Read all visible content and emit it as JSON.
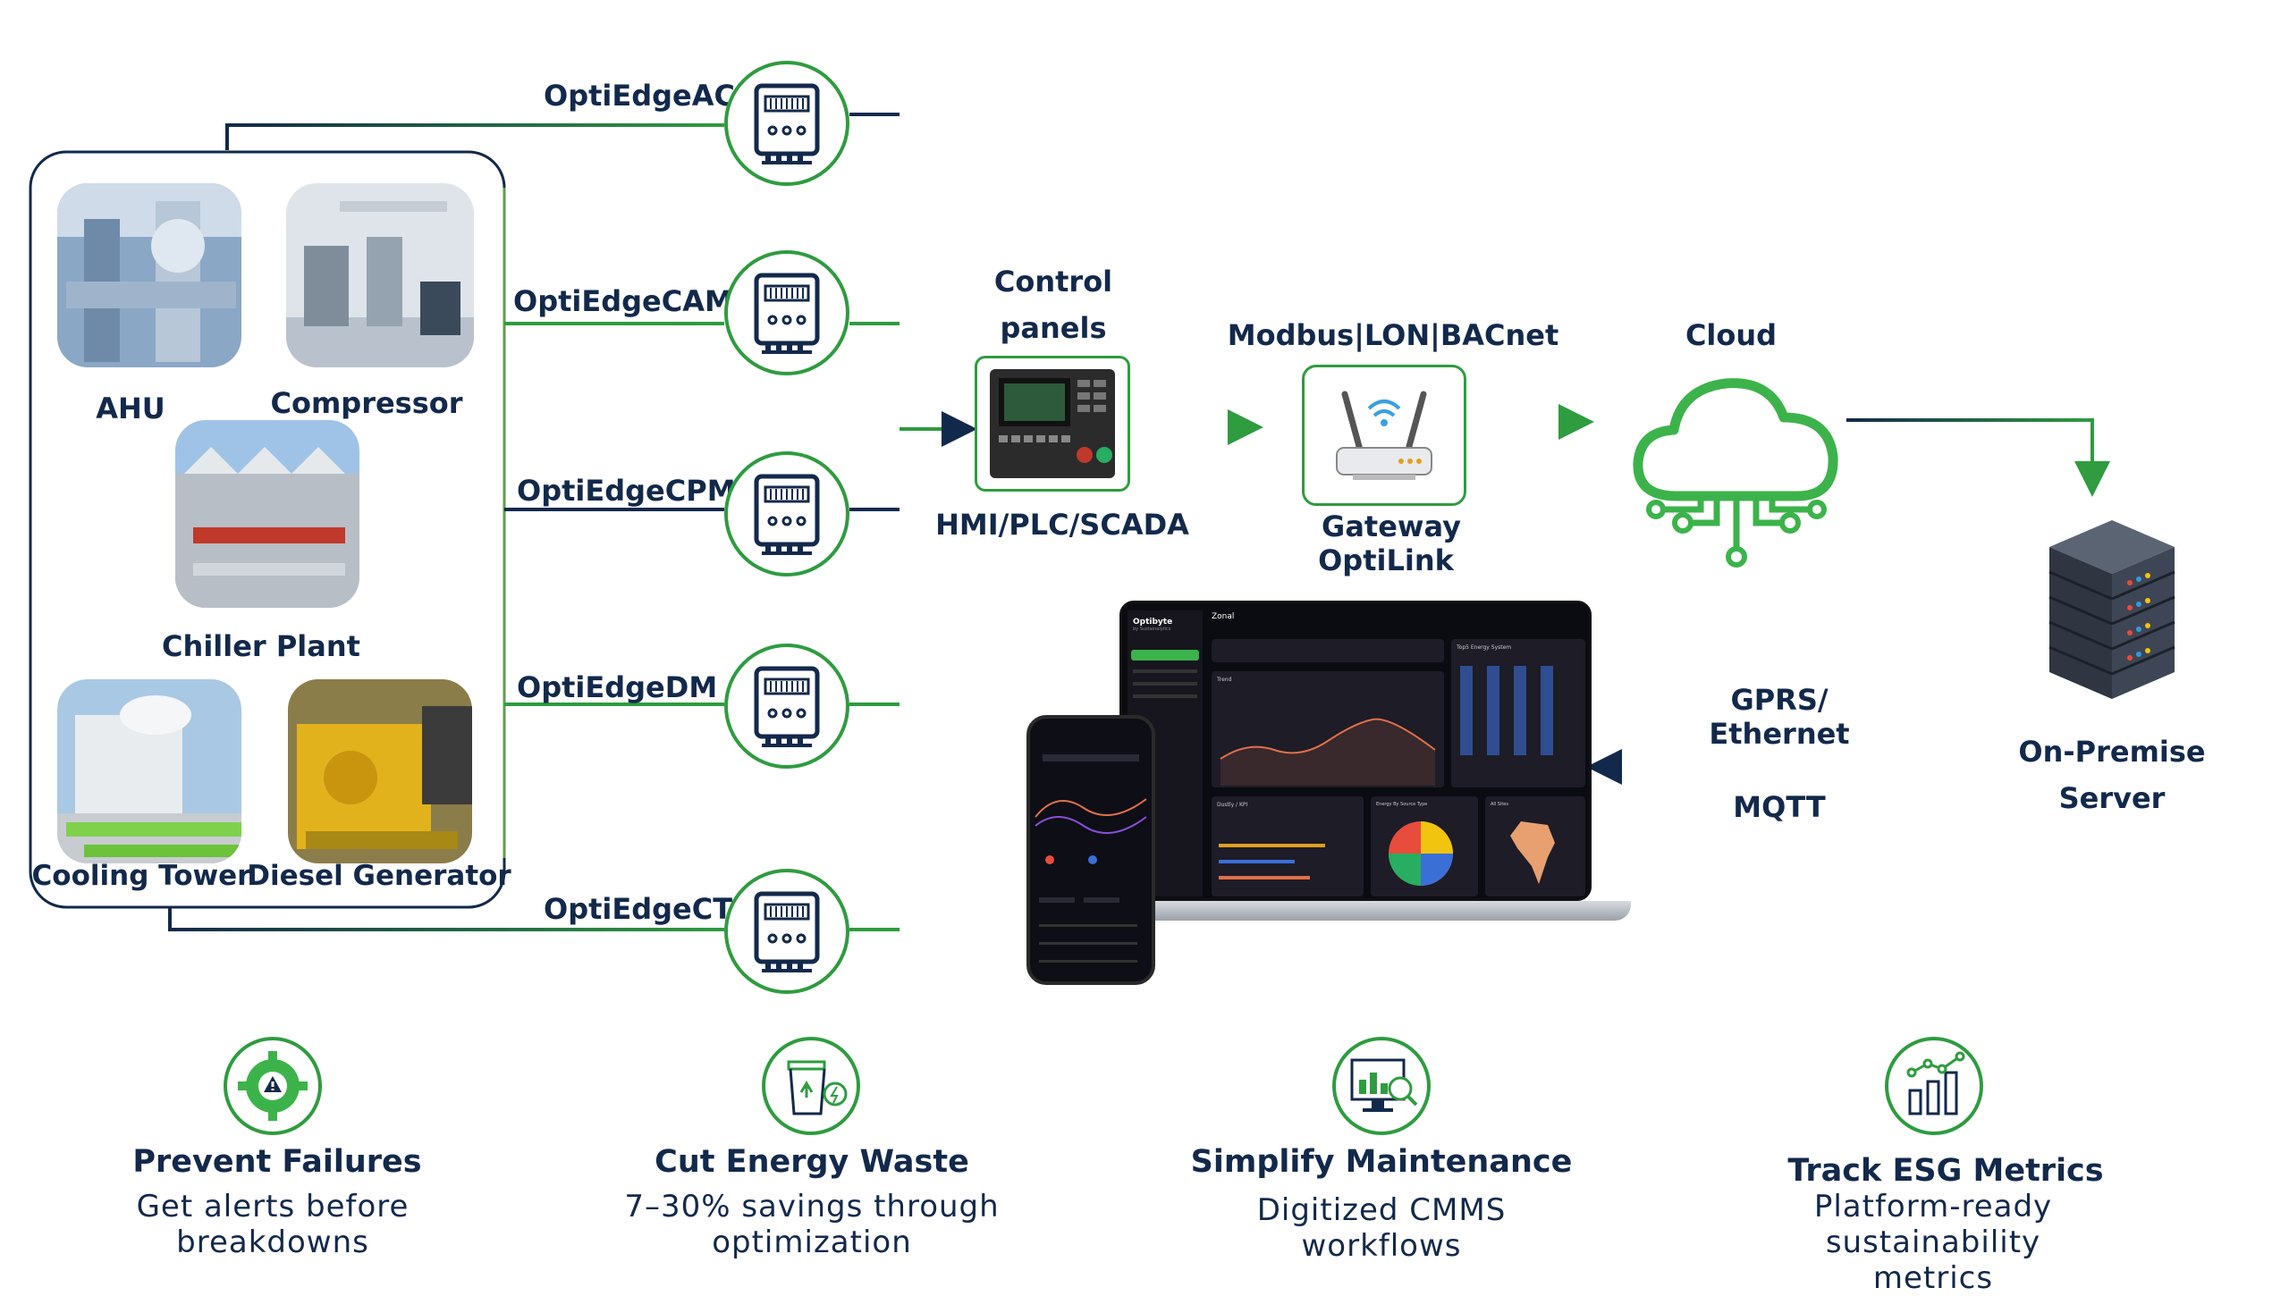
{
  "equipment": {
    "ahu": "AHU",
    "compressor": "Compressor",
    "chiller": "Chiller Plant",
    "cooling_tower": "Cooling Tower",
    "diesel_generator": "Diesel Generator"
  },
  "meters": {
    "ac": "OptiEdgeAC",
    "cam": "OptiEdgeCAM",
    "cpm": "OptiEdgeCPM",
    "dm": "OptiEdgeDM",
    "ct": "OptiEdgeCT"
  },
  "control": {
    "title_line1": "Control",
    "title_line2": "panels",
    "caption": "HMI/PLC/SCADA"
  },
  "gateway": {
    "protocols": "Modbus|LON|BACnet",
    "caption_line1": "Gateway",
    "caption_line2": "OptiLink"
  },
  "cloud": {
    "title": "Cloud"
  },
  "server": {
    "line1": "On-Premise",
    "line2": "Server"
  },
  "link": {
    "gprs_line1": "GPRS/",
    "gprs_line2": "Ethernet",
    "mqtt": "MQTT"
  },
  "dashboard": {
    "brand": "Optibyte",
    "brand_sub": "by Sustainalytics",
    "header": "Zonal",
    "panel_energy": "Top5 Energy System",
    "panel_trend": "Trend",
    "panel_kpi": "Dustly / KPI",
    "panel_source": "Energy By Source Type",
    "panel_sites": "All Sites"
  },
  "features": [
    {
      "title": "Prevent Failures",
      "desc_line1": "Get alerts before",
      "desc_line2": "breakdowns"
    },
    {
      "title": "Cut Energy Waste",
      "desc_line1": "7–30% savings through",
      "desc_line2": "optimization"
    },
    {
      "title": "Simplify Maintenance",
      "desc_line1": "Digitized CMMS",
      "desc_line2": "workflows"
    },
    {
      "title": "Track ESG Metrics",
      "desc_line1": "Platform-ready sustainability",
      "desc_line2": "metrics"
    }
  ],
  "colors": {
    "navy": "#13294b",
    "green": "#2e9c3f",
    "light_green": "#7fd14b"
  }
}
